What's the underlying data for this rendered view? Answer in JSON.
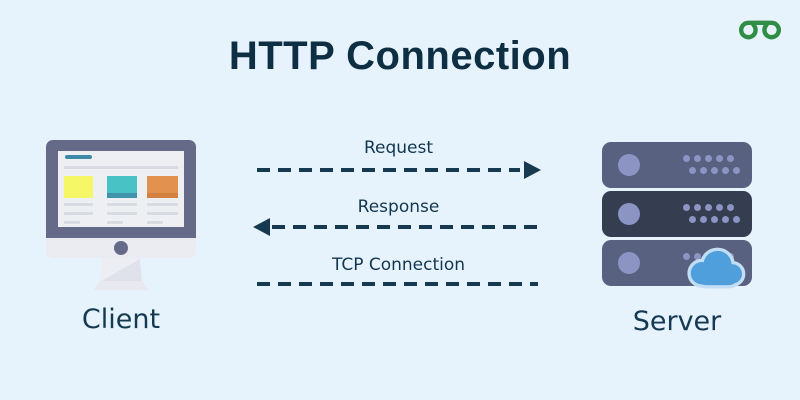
{
  "header": {
    "title": "HTTP Connection"
  },
  "logo": {
    "name": "GeeksforGeeks",
    "color": "#2f8d46"
  },
  "diagram": {
    "client": {
      "label": "Client"
    },
    "server": {
      "label": "Server"
    },
    "connections": [
      {
        "label": "Request",
        "direction": "right"
      },
      {
        "label": "Response",
        "direction": "left"
      },
      {
        "label": "TCP Connection",
        "direction": "none"
      }
    ]
  },
  "colors": {
    "background": "#e7f3fc",
    "title_text": "#0e2e44",
    "arrow": "#15394f",
    "logo_green": "#2f8d46",
    "monitor_frame": "#646a88",
    "server_body": "#596180",
    "server_body_dark": "#353e50",
    "led_purple": "#8c94c4",
    "cloud_blue": "#4f9fdc",
    "cloud_border": "#c2ddf4"
  }
}
